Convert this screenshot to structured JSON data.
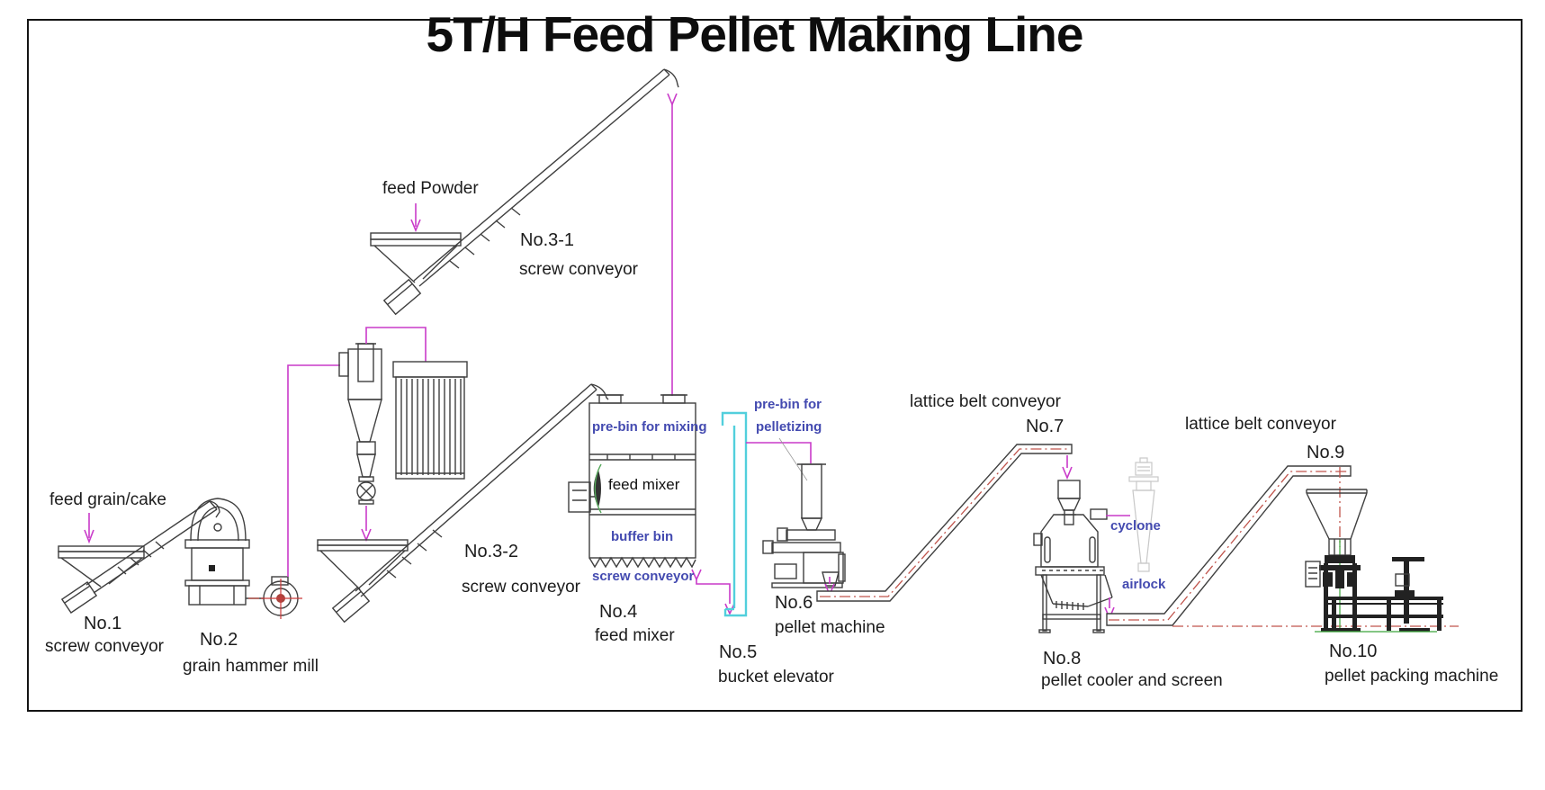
{
  "title": "5T/H Feed Pellet Making Line",
  "colors": {
    "magenta_flow": "#c93ac9",
    "blue_label": "#434ab0",
    "cyan_elevator": "#52cfdc",
    "red_centerline": "#c0544c",
    "green_ground": "#3aa53a",
    "equipment_line": "#3f3f3f"
  },
  "flow_labels": {
    "feed_grain": "feed grain/cake",
    "feed_powder": "feed Powder"
  },
  "bin_labels": {
    "prebin_mixing": "pre-bin for mixing",
    "feed_mixer": "feed mixer",
    "buffer_bin": "buffer bin",
    "screw_conveyor": "screw conveyor",
    "prebin_pelletizing_line1": "pre-bin for",
    "prebin_pelletizing_line2": "pelletizing",
    "cyclone": "cyclone",
    "airlock": "airlock"
  },
  "equipment": [
    {
      "no": "No.1",
      "name": "screw conveyor"
    },
    {
      "no": "No.2",
      "name": "grain hammer mill"
    },
    {
      "no": "No.3-1",
      "name": "screw conveyor"
    },
    {
      "no": "No.3-2",
      "name": "screw conveyor"
    },
    {
      "no": "No.4",
      "name": "feed mixer"
    },
    {
      "no": "No.5",
      "name": "bucket elevator"
    },
    {
      "no": "No.6",
      "name": "pellet machine"
    },
    {
      "no": "No.7",
      "name": "lattice belt conveyor"
    },
    {
      "no": "No.8",
      "name": "pellet cooler and screen"
    },
    {
      "no": "No.9",
      "name": "lattice belt conveyor"
    },
    {
      "no": "No.10",
      "name": "pellet packing machine"
    }
  ]
}
